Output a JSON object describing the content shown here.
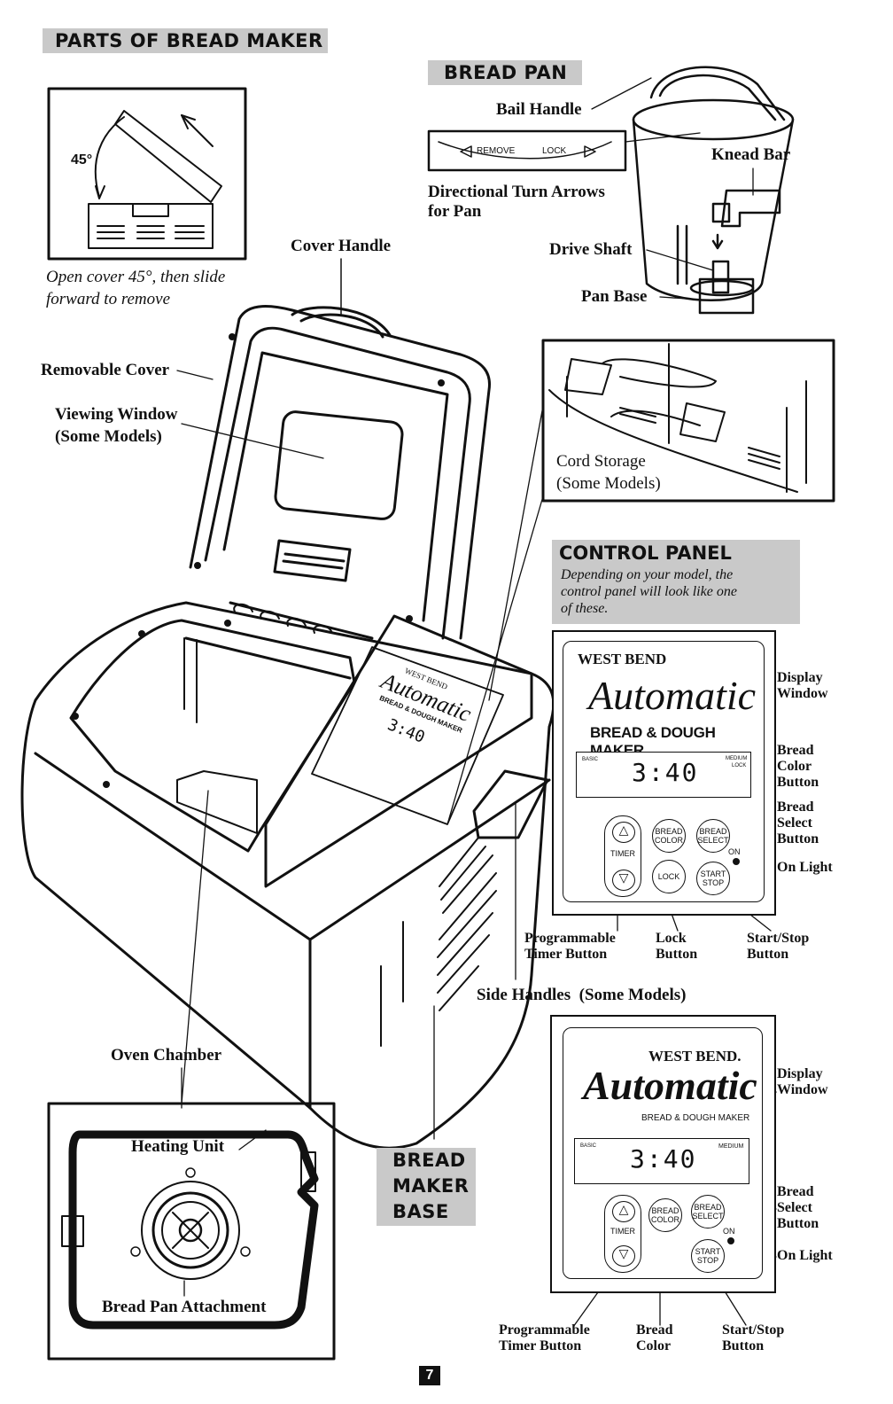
{
  "page_title": "PARTS OF BREAD MAKER",
  "page_number": "7",
  "cover_inset": {
    "angle": "45°",
    "caption_line1": "Open cover 45°, then slide",
    "caption_line2": "forward to remove"
  },
  "bread_pan": {
    "heading": "BREAD PAN",
    "bail_handle": "Bail Handle",
    "arrows_remove": "REMOVE",
    "arrows_lock": "LOCK",
    "arrows_caption_line1": "Directional Turn Arrows",
    "arrows_caption_line2": "for Pan",
    "knead_bar": "Knead Bar",
    "drive_shaft": "Drive Shaft",
    "pan_base": "Pan Base"
  },
  "main_labels": {
    "cover_handle": "Cover Handle",
    "removable_cover": "Removable Cover",
    "viewing_window_line1": "Viewing Window",
    "viewing_window_line2": "(Some Models)",
    "side_handles": "Side Handles  (Some Models)",
    "oven_chamber": "Oven Chamber"
  },
  "cord_storage": {
    "line1": "Cord Storage",
    "line2": "(Some Models)"
  },
  "control_panel_banner": {
    "heading": "CONTROL PANEL",
    "subtitle_line1": "Depending on your model, the",
    "subtitle_line2": "control panel will look like one",
    "subtitle_line3": "of these."
  },
  "machine_panel": {
    "brand": "WEST BEND",
    "script": "Automatic",
    "model": "BREAD & DOUGH MAKER",
    "time": "3:40"
  },
  "panel1": {
    "brand": "WEST BEND",
    "script": "Automatic",
    "model": "BREAD & DOUGH MAKER",
    "disp_left": "BASIC",
    "disp_right_1": "MEDIUM",
    "disp_right_2": "LOCK",
    "time": "3:40",
    "timer": "TIMER",
    "bread_color_1": "BREAD",
    "bread_color_2": "COLOR",
    "bread_select_1": "BREAD",
    "bread_select_2": "SELECT",
    "on": "ON",
    "lock": "LOCK",
    "start_1": "START",
    "start_2": "STOP",
    "callouts": {
      "display_1": "Display",
      "display_2": "Window",
      "color_1": "Bread",
      "color_2": "Color",
      "color_3": "Button",
      "select_1": "Bread",
      "select_2": "Select",
      "select_3": "Button",
      "on_light": "On Light",
      "timer_1": "Programmable",
      "timer_2": "Timer Button",
      "lock_1": "Lock",
      "lock_2": "Button",
      "start_1": "Start/Stop",
      "start_2": "Button"
    }
  },
  "panel2": {
    "brand": "WEST BEND.",
    "script": "Automatic",
    "model": "BREAD & DOUGH MAKER",
    "disp_left": "BASIC",
    "disp_right": "MEDIUM",
    "time": "3:40",
    "timer": "TIMER",
    "bread_color_1": "BREAD",
    "bread_color_2": "COLOR",
    "bread_select_1": "BREAD",
    "bread_select_2": "SELECT",
    "on": "ON",
    "start_1": "START",
    "start_2": "STOP",
    "callouts": {
      "display_1": "Display",
      "display_2": "Window",
      "select_1": "Bread",
      "select_2": "Select",
      "select_3": "Button",
      "on_light": "On Light",
      "timer_1": "Programmable",
      "timer_2": "Timer Button",
      "color_1": "Bread",
      "color_2": "Color",
      "start_1": "Start/Stop",
      "start_2": "Button"
    }
  },
  "base_inset": {
    "heating_unit": "Heating Unit",
    "attachment": "Bread Pan Attachment"
  },
  "base_banner": {
    "line1": "BREAD",
    "line2": "MAKER",
    "line3": "BASE"
  }
}
